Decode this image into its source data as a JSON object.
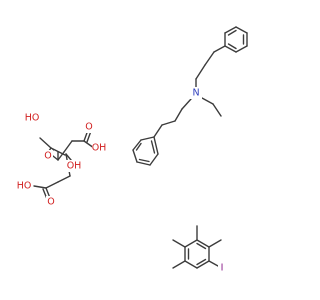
{
  "colors": {
    "bond": "#3c3c3c",
    "nitrogen": "#2f3fbd",
    "oxygen": "#d11f1f",
    "iodine": "#8a1a8a"
  },
  "labels": {
    "nitrogen": "N",
    "ho_1": "HO",
    "oh_1": "OH",
    "ho_2": "HO",
    "o_1": "O",
    "o_2": "O",
    "o_3": "O",
    "oh_2": "OH",
    "iodine": "I"
  }
}
